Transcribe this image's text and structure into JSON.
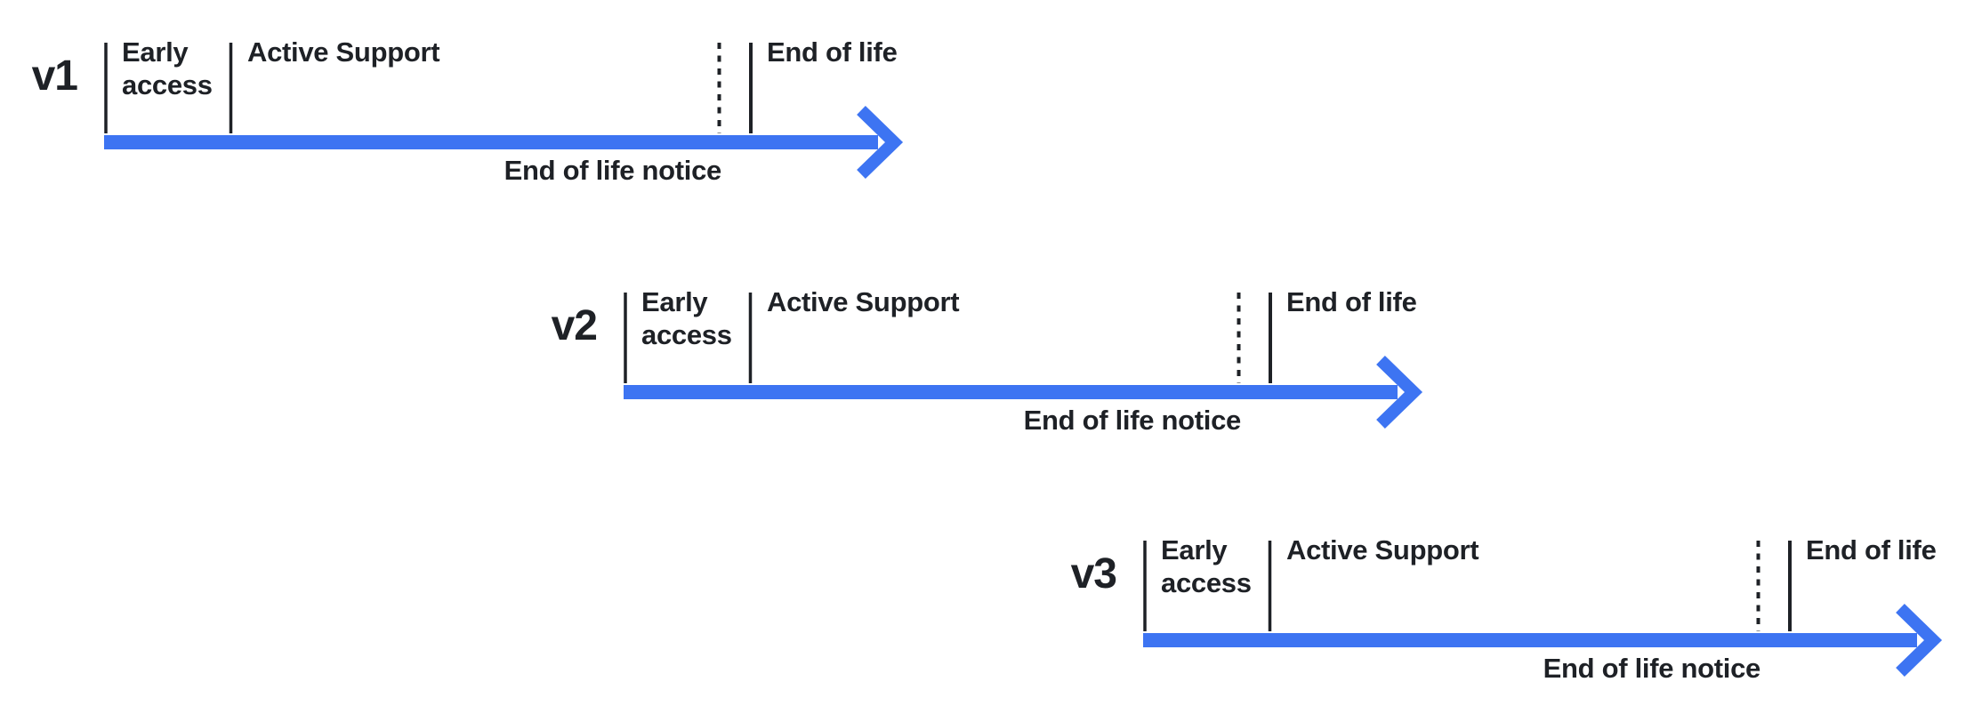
{
  "diagram": {
    "background_color": "#ffffff",
    "arrow_color": "#3d74f2",
    "text_color": "#1e2126",
    "timelines": [
      {
        "version": "v1",
        "early_access_label": "Early access",
        "active_support_label": "Active Support",
        "end_of_life_label": "End of life",
        "end_of_life_notice_label": "End of life notice"
      },
      {
        "version": "v2",
        "early_access_label": "Early access",
        "active_support_label": "Active Support",
        "end_of_life_label": "End of life",
        "end_of_life_notice_label": "End of life notice"
      },
      {
        "version": "v3",
        "early_access_label": "Early access",
        "active_support_label": "Active Support",
        "end_of_life_label": "End of life",
        "end_of_life_notice_label": "End of life notice"
      }
    ]
  }
}
